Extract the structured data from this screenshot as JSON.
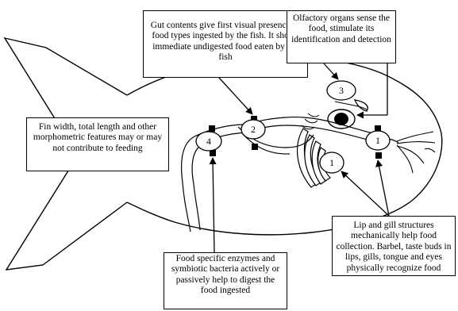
{
  "boxes": {
    "gut": "Gut contents give first visual presence of food types ingested by the fish. It shows immediate undigested food eaten by the fish",
    "olfactory": "Olfactory organs sense the food, stimulate its identification and detection",
    "fin": "Fin width, total length and other morphometric features may or may not contribute to feeding",
    "lip": "Lip and gill structures mechanically help food collection. Barbel, taste buds in lips, gills, tongue and eyes physically recognize food",
    "enzymes": "Food specific enzymes and symbiotic bacteria actively or passively help to digest the food ingested"
  },
  "markers": {
    "m1_upper": "1",
    "m1_lower": "1",
    "m2": "2",
    "m3": "3",
    "m4": "4"
  }
}
